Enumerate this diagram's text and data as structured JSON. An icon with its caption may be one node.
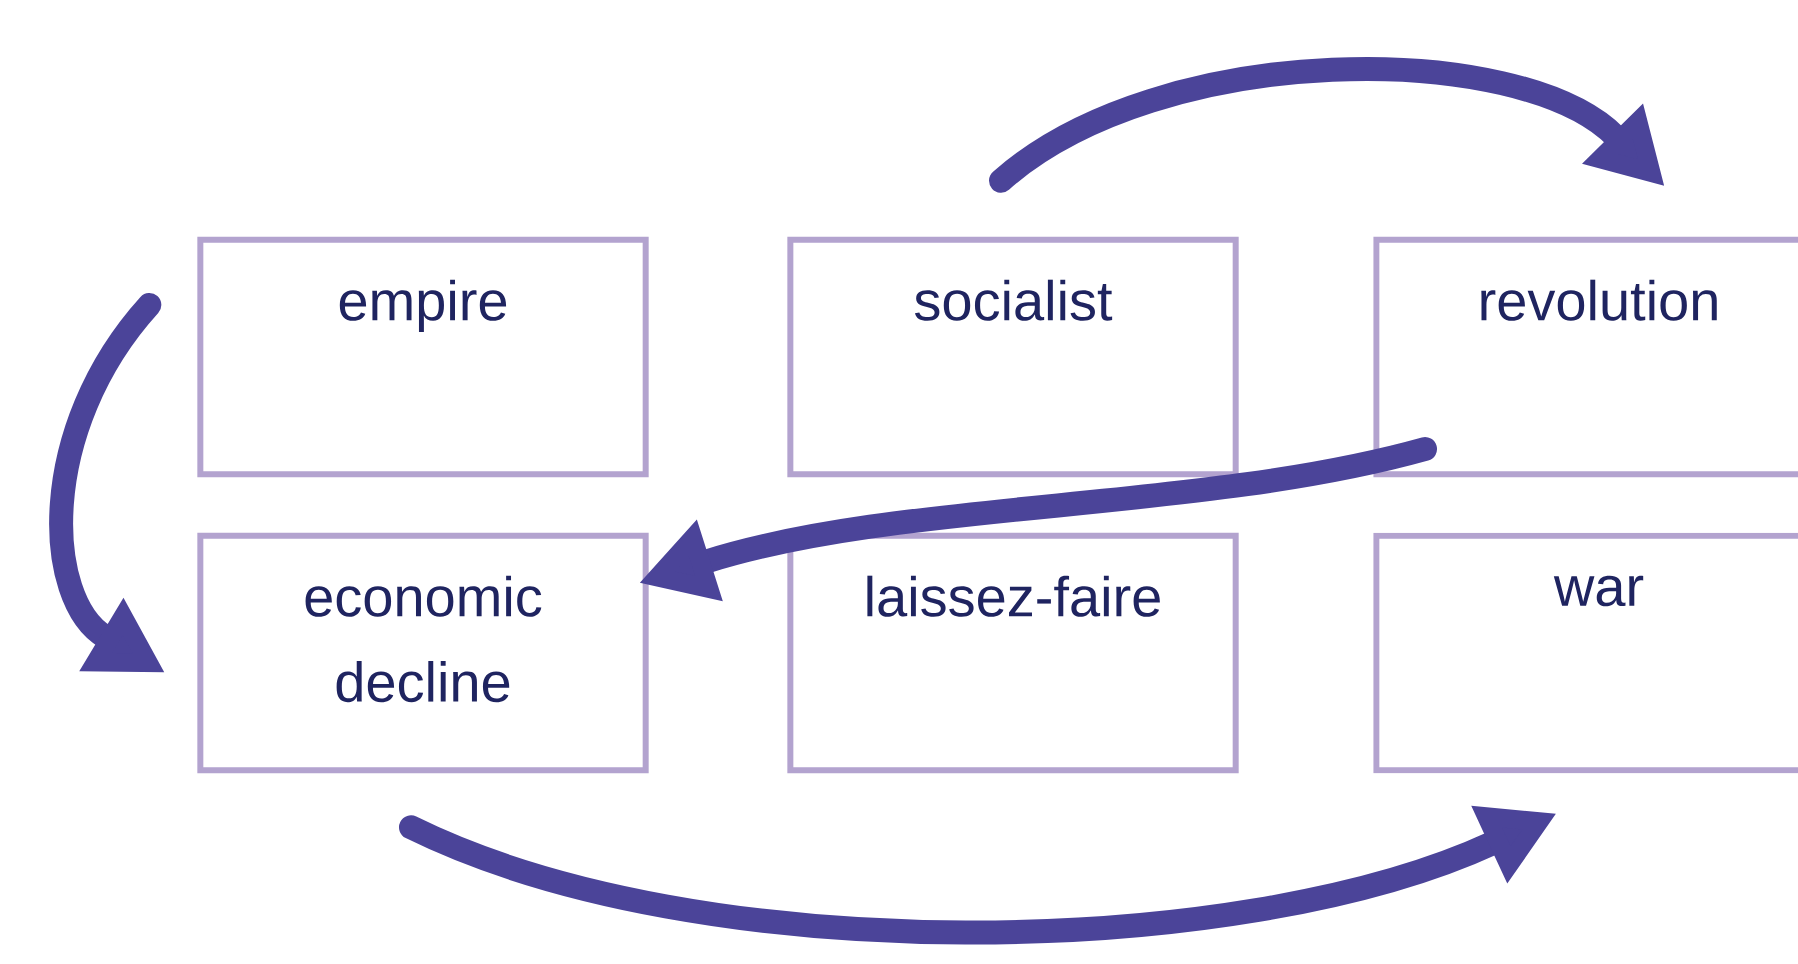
{
  "diagram": {
    "nodes": [
      {
        "text": [
          "empire"
        ]
      },
      {
        "text": [
          "socialist"
        ]
      },
      {
        "text": [
          "revolution"
        ]
      },
      {
        "text": [
          "economic decline"
        ]
      },
      {
        "text": [
          "laissez-faire"
        ]
      },
      {
        "text": [
          "war"
        ]
      }
    ],
    "edges": [
      {
        "from": 0,
        "to": 3,
        "arrow": "to"
      },
      {
        "from": 1,
        "to": 2,
        "arrow": "to"
      },
      {
        "from": 2,
        "to": 3,
        "arrow": "to"
      },
      {
        "from": 3,
        "to": 5,
        "arrow": "to"
      }
    ]
  }
}
